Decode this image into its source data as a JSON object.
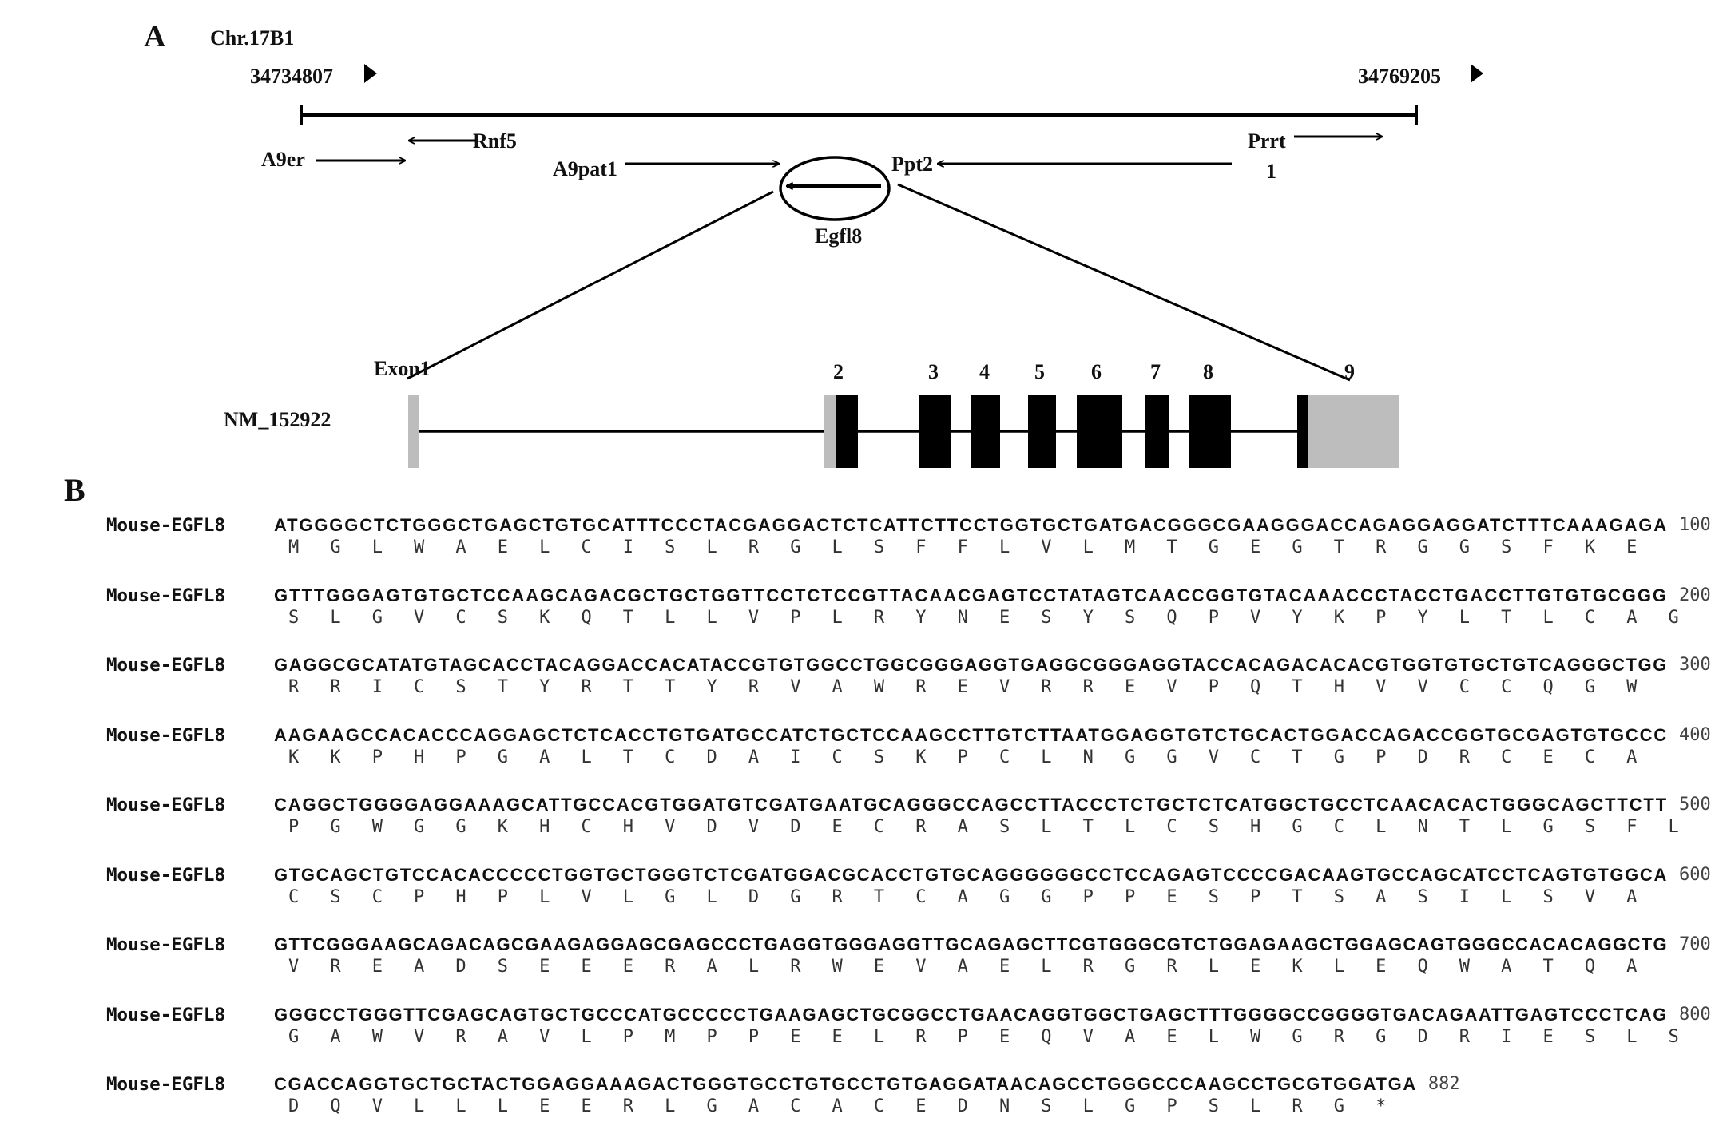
{
  "panel_a": {
    "panel_label": "A",
    "chromosome": "Chr.17B1",
    "coord_left": "34734807",
    "coord_right": "34769205",
    "genes": {
      "a9er": "A9er",
      "rnf5": "Rnf5",
      "a9pat1": "A9pat1",
      "ppt2": "Ppt2",
      "prrt_line1": "Prrt",
      "prrt_line2": "1",
      "egfl8": "Egfl8"
    },
    "transcript_id": "NM_152922",
    "exon1_label": "Exon1",
    "exon_numbers": [
      "2",
      "3",
      "4",
      "5",
      "6",
      "7",
      "8",
      "9"
    ],
    "colors": {
      "coding_exon": "#000000",
      "utr": "#bdbdbd",
      "line": "#000000"
    }
  },
  "panel_b": {
    "panel_label": "B",
    "rows": [
      {
        "name": "Mouse-EGFL8",
        "nt": "ATGGGGCTCTGGGCTGAGCTGTGCATTTCCCTACGAGGACTCTCATTCTTCCTGGTGCTGATGACGGGCGAAGGGACCAGAGGAGGATCTTTCAAAGAGA",
        "num": "100",
        "aa": "MGLWAELCISLRGLSFFLVLMTGEGTRGGSFKE"
      },
      {
        "name": "Mouse-EGFL8",
        "nt": "GTTTGGGAGTGTGCTCCAAGCAGACGCTGCTGGTTCCTCTCCGTTACAACGAGTCCTATAGTCAACCGGTGTACAAACCCTACCTGACCTTGTGTGCGGG",
        "num": "200",
        "aa": "SLGVCSKQTLLVPLRYNESYSQPVYKPYLTLCAG"
      },
      {
        "name": "Mouse-EGFL8",
        "nt": "GAGGCGCATATGTAGCACCTACAGGACCACATACCGTGTGGCCTGGCGGGAGGTGAGGCGGGAGGTACCACAGACACACGTGGTGTGCTGTCAGGGCTGG",
        "num": "300",
        "aa": "RRICSTYRTTYRVAWREVRREVPQTHVVCCQGW"
      },
      {
        "name": "Mouse-EGFL8",
        "nt": "AAGAAGCCACACCCAGGAGCTCTCACCTGTGATGCCATCTGCTCCAAGCCTTGTCTTAATGGAGGTGTCTGCACTGGACCAGACCGGTGCGAGTGTGCCC",
        "num": "400",
        "aa": "KKPHPGALTCDAICSKPCLNGGVCTGPDRCECA"
      },
      {
        "name": "Mouse-EGFL8",
        "nt": "CAGGCTGGGGAGGAAAGCATTGCCACGTGGATGTCGATGAATGCAGGGCCAGCCTTACCCTCTGCTCTCATGGCTGCCTCAACACACTGGGCAGCTTCTT",
        "num": "500",
        "aa": "PGWGGKHCHVDVDECRASLTLCSHGCLNTLGSFL"
      },
      {
        "name": "Mouse-EGFL8",
        "nt": "GTGCAGCTGTCCACACCCCCTGGTGCTGGGTCTCGATGGACGCACCTGTGCAGGGGGGCCTCCAGAGTCCCCGACAAGTGCCAGCATCCTCAGTGTGGCA",
        "num": "600",
        "aa": "CSCPHPLVLGLDGRTCAGGPPESPTSASILSVA"
      },
      {
        "name": "Mouse-EGFL8",
        "nt": "GTTCGGGAAGCAGACAGCGAAGAGGAGCGAGCCCTGAGGTGGGAGGTTGCAGAGCTTCGTGGGCGTCTGGAGAAGCTGGAGCAGTGGGCCACACAGGCTG",
        "num": "700",
        "aa": "VREADSEEERALRWEVAELRGRLEKLEQWATQA"
      },
      {
        "name": "Mouse-EGFL8",
        "nt": "GGGCCTGGGTTCGAGCAGTGCTGCCCATGCCCCCTGAAGAGCTGCGGCCTGAACAGGTGGCTGAGCTTTGGGGCCGGGGTGACAGAATTGAGTCCCTCAG",
        "num": "800",
        "aa": "GAWVRAVLPMPPEELRPEQVAELWGRGDRIESLS"
      },
      {
        "name": "Mouse-EGFL8",
        "nt": "CGACCAGGTGCTGCTACTGGAGGAAAGACTGGGTGCCTGTGCCTGTGAGGATAACAGCCTGGGCCCAAGCCTGCGTGGATGA",
        "num": "882",
        "aa": "DQVLLLEERLGACACEDNSLGPSLRG*"
      }
    ]
  }
}
